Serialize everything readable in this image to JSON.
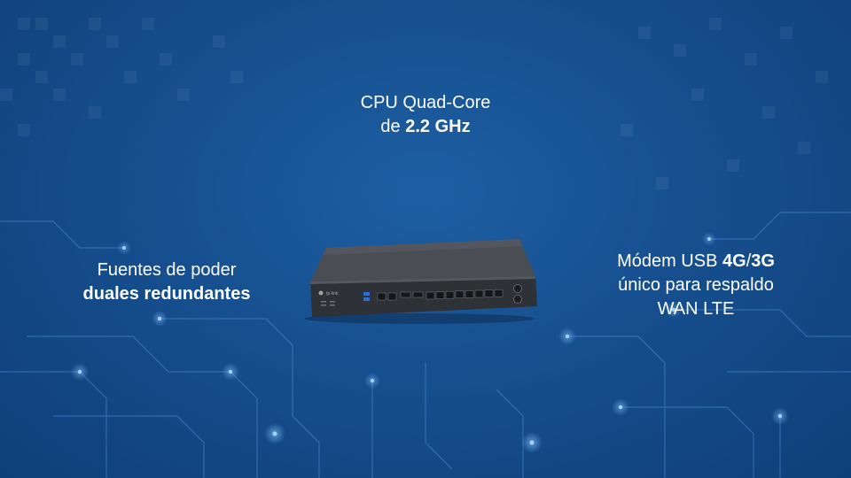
{
  "features": {
    "cpu": {
      "line1": "CPU Quad-Core",
      "line2_prefix": "de ",
      "line2_bold": "2.2 GHz"
    },
    "power": {
      "line1": "Fuentes de poder",
      "line2_bold": "duales redundantes"
    },
    "modem": {
      "line1_prefix": "Módem USB ",
      "line1_bold_a": "4G",
      "line1_sep": "/",
      "line1_bold_b": "3G",
      "line2": "único para respaldo",
      "line3": "WAN LTE"
    }
  },
  "device": {
    "brand": "tp-link",
    "icon": "router-device-icon"
  },
  "colors": {
    "background_center": "#1d5fa3",
    "background_edge": "#0f3f78",
    "text": "#ffffff",
    "device_body": "#3a3d42"
  }
}
